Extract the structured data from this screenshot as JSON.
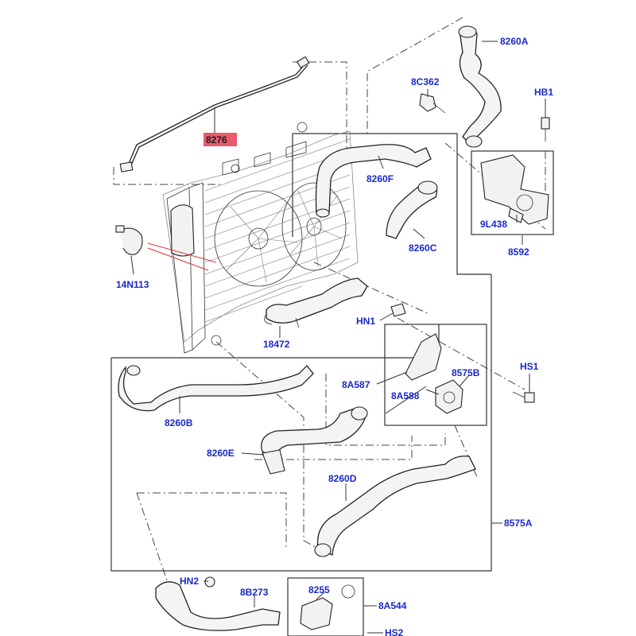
{
  "labels": {
    "l_8276": "8276",
    "l_8260A": "8260A",
    "l_8C362": "8C362",
    "l_HB1": "HB1",
    "l_8260F": "8260F",
    "l_8260C": "8260C",
    "l_9L438": "9L438",
    "l_8592": "8592",
    "l_14N113": "14N113",
    "l_HN1": "HN1",
    "l_18472": "18472",
    "l_HS1": "HS1",
    "l_8A587": "8A587",
    "l_8575B": "8575B",
    "l_8A588": "8A588",
    "l_8260B": "8260B",
    "l_8260E": "8260E",
    "l_8260D": "8260D",
    "l_8575A": "8575A",
    "l_HN2": "HN2",
    "l_8B273": "8B273",
    "l_8255": "8255",
    "l_8A544": "8A544",
    "l_HS2": "HS2"
  },
  "colors": {
    "label": "#1a28c8",
    "highlight": "#e85a6c"
  },
  "highlighted_part": "8276"
}
